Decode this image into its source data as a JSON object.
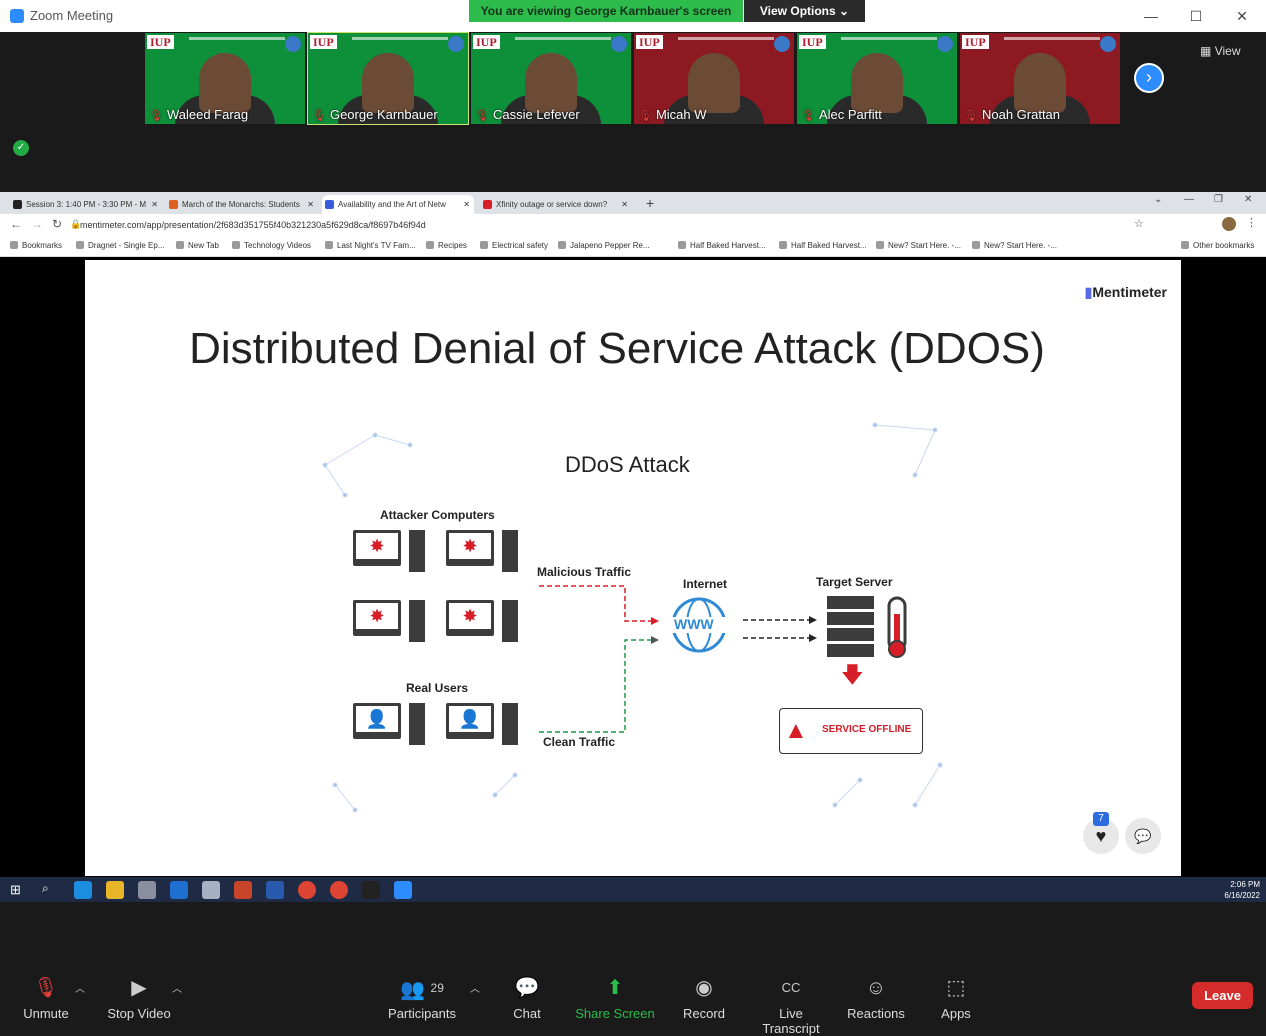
{
  "app": {
    "title": "Zoom Meeting"
  },
  "banner": {
    "viewing": "You are viewing George Karnbauer's screen",
    "view_options": "View Options"
  },
  "participants_strip": {
    "view_label": "View",
    "tiles": [
      {
        "name": "Waleed Farag",
        "bg": "#0e8f3a"
      },
      {
        "name": "George Karnbauer",
        "bg": "#0e8f3a"
      },
      {
        "name": "Cassie Lefever",
        "bg": "#0e8f3a"
      },
      {
        "name": "Micah W",
        "bg": "#8d1a22"
      },
      {
        "name": "Alec Parfitt",
        "bg": "#0e8f3a"
      },
      {
        "name": "Noah Grattan",
        "bg": "#8d1a22"
      }
    ]
  },
  "browser": {
    "tabs": [
      {
        "label": "Session 3: 1:40 PM - 3:30 PM - M",
        "active": false,
        "fav": "#222"
      },
      {
        "label": "March of the Monarchs: Students",
        "active": false,
        "fav": "#e06020"
      },
      {
        "label": "Availability and the Art of Netw",
        "active": true,
        "fav": "#3b5bdb"
      },
      {
        "label": "Xfinity outage or service down?",
        "active": false,
        "fav": "#d71e28"
      }
    ],
    "url": "mentimeter.com/app/presentation/2f683d351755f40b321230a5f629d8ca/f8697b46f94d",
    "bookmarks": [
      "Bookmarks",
      "Dragnet - Single Ep...",
      "New Tab",
      "Technology Videos",
      "Last Night's TV Fam...",
      "Recipes",
      "Electrical safety",
      "Jalapeno Pepper Re...",
      "Half Baked Harvest...",
      "Half Baked Harvest...",
      "New? Start Here. -...",
      "New? Start Here. -...",
      "Other bookmarks"
    ]
  },
  "slide": {
    "title": "Distributed Denial of Service Attack (DDOS)",
    "brand": "Mentimeter",
    "diagram": {
      "title": "DDoS Attack",
      "attacker_label": "Attacker Computers",
      "real_users_label": "Real Users",
      "malicious_label": "Malicious Traffic",
      "clean_label": "Clean Traffic",
      "internet_label": "Internet",
      "www": "WWW",
      "target_label": "Target Server",
      "offline_label": "SERVICE OFFLINE"
    },
    "reactions_count": "7"
  },
  "taskbar": {
    "time": "2:06 PM",
    "date": "6/16/2022"
  },
  "toolbar": {
    "unmute": "Unmute",
    "stop_video": "Stop Video",
    "participants": "Participants",
    "participants_count": "29",
    "chat": "Chat",
    "share_screen": "Share Screen",
    "record": "Record",
    "live_transcript": "Live Transcript",
    "reactions": "Reactions",
    "apps": "Apps",
    "leave": "Leave"
  },
  "colors": {
    "share_green": "#2dbb4c",
    "zoom_blue": "#2d8cff",
    "leave_red": "#d52b2b",
    "attack_red": "#d71e28",
    "clean_green": "#1a9a45",
    "www_blue": "#2f8ad6"
  }
}
